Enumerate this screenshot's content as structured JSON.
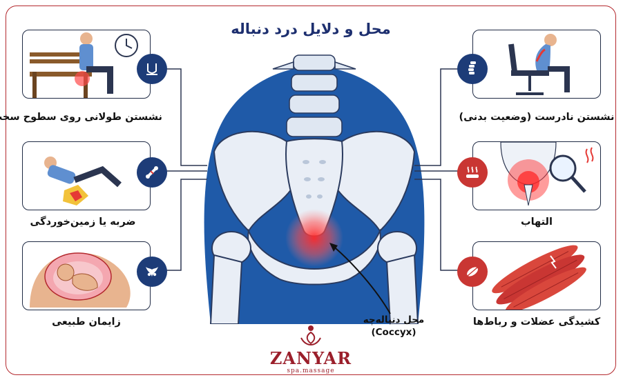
{
  "title": "محل و دلایل درد دنباله",
  "left_items": [
    {
      "label": "نشستن طولانی روی سطوح سخت",
      "icon": "chair-seat-icon"
    },
    {
      "label": "ضربه یا زمین‌خوردگی",
      "icon": "broken-bone-icon"
    },
    {
      "label": "زایمان طبیعی",
      "icon": "pelvis-icon"
    }
  ],
  "right_items": [
    {
      "label": "نشستن نادرست (وضعیت بدنی)",
      "icon": "spine-icon"
    },
    {
      "label": "التهاب",
      "icon": "heat-inflammation-icon"
    },
    {
      "label": "کشیدگی عضلات و رباط‌ها",
      "icon": "muscle-icon"
    }
  ],
  "coccyx": {
    "line1": "محل دنباله‌چه",
    "line2": "(Coccyx)"
  },
  "brand": {
    "name": "ZANYAR",
    "tagline": "spa.massage"
  },
  "colors": {
    "accent": "#b3282d",
    "navy": "#1d3c78",
    "bone": "#e9eef6",
    "pain": "#e53935"
  }
}
